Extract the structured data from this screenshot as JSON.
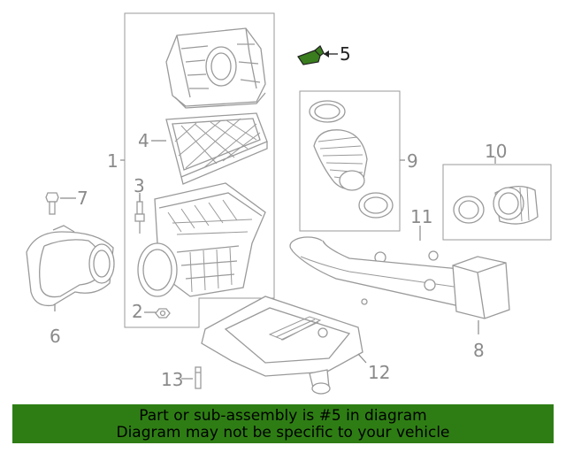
{
  "colors": {
    "line": "#9a9a9a",
    "highlight": "#3a7d1e",
    "banner": "#2e7d14",
    "text": "#8a8a8a"
  },
  "callouts": {
    "c1": "1",
    "c2": "2",
    "c3": "3",
    "c4": "4",
    "c5": "5",
    "c6": "6",
    "c7": "7",
    "c8": "8",
    "c9": "9",
    "c10": "10",
    "c11": "11",
    "c12": "12",
    "c13": "13"
  },
  "banner": {
    "line1": "Part or sub-assembly is #5 in diagram",
    "line2": "Diagram may not be specific to your vehicle"
  },
  "highlighted_part": "5"
}
